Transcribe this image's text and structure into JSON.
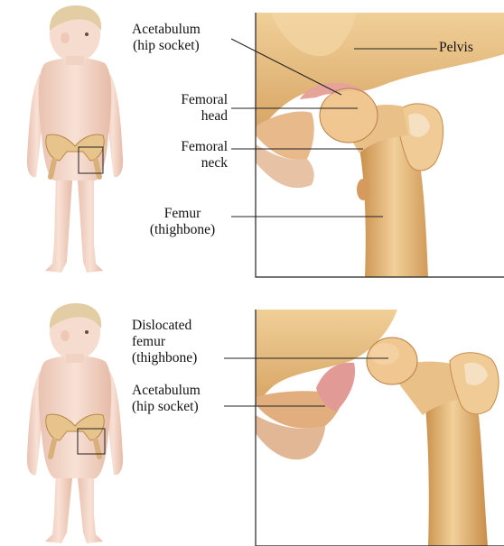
{
  "top_panel": {
    "acetabulum": {
      "line1": "Acetabulum",
      "line2": "(hip socket)"
    },
    "pelvis": "Pelvis",
    "femoral_head": {
      "line1": "Femoral",
      "line2": "head"
    },
    "femoral_neck": {
      "line1": "Femoral",
      "line2": "neck"
    },
    "femur": {
      "line1": "Femur",
      "line2": "(thighbone)"
    }
  },
  "bottom_panel": {
    "dislocated_femur": {
      "line1": "Dislocated",
      "line2": "femur",
      "line3": "(thighbone)"
    },
    "acetabulum": {
      "line1": "Acetabulum",
      "line2": "(hip socket)"
    }
  },
  "colors": {
    "bone": "#e9c48a",
    "bone_shade": "#c98f4a",
    "cartilage": "#e8a5a0",
    "skin": "#f3d6c8",
    "hair": "#dcc49a"
  }
}
